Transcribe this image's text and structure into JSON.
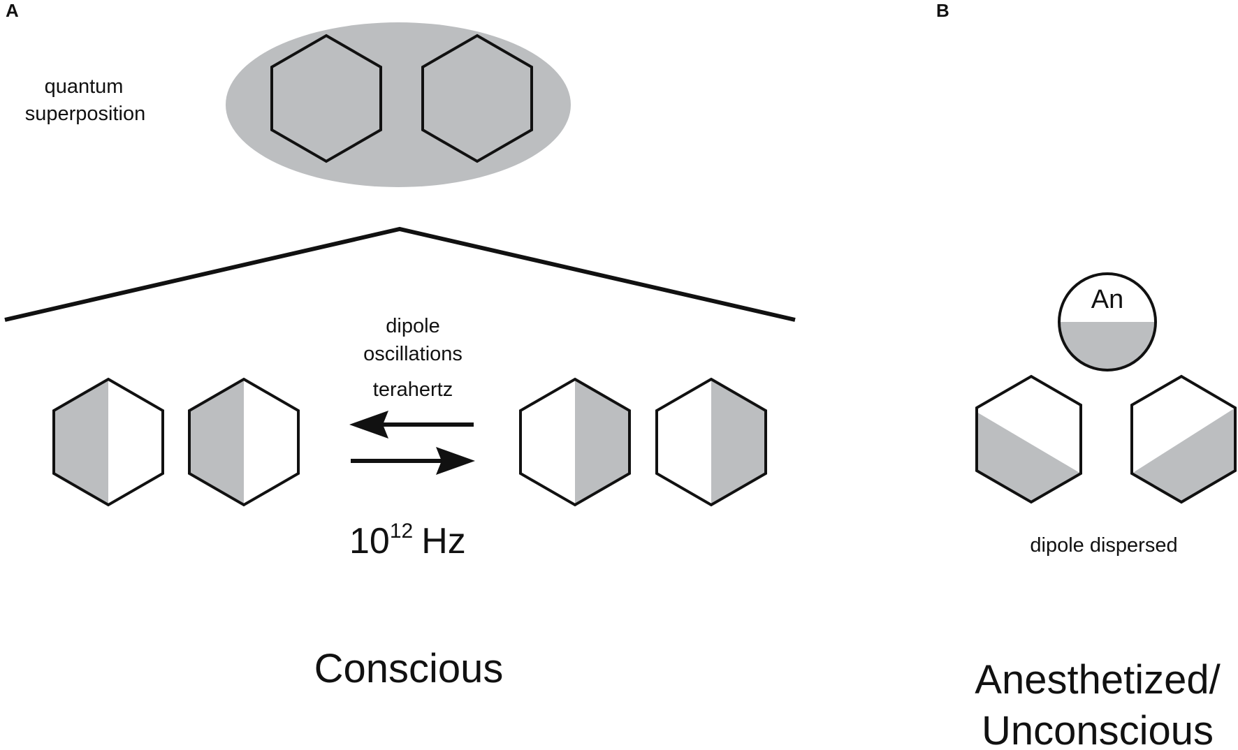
{
  "panels": {
    "a": {
      "letter": "A",
      "superposition_label_line1": "quantum",
      "superposition_label_line2": "superposition",
      "oscillation_label_line1": "dipole",
      "oscillation_label_line2": "oscillations",
      "oscillation_label_line3": "terahertz",
      "frequency_base": "10",
      "frequency_exponent": "12",
      "frequency_unit": "Hz",
      "caption": "Conscious"
    },
    "b": {
      "letter": "B",
      "anesthetic_label": "An",
      "dipole_label": "dipole dispersed",
      "caption_line1": "Anesthetized/",
      "caption_line2": "Unconscious"
    }
  },
  "colors": {
    "shade": "#bcbec0",
    "stroke": "#111111",
    "background": "#ffffff"
  }
}
